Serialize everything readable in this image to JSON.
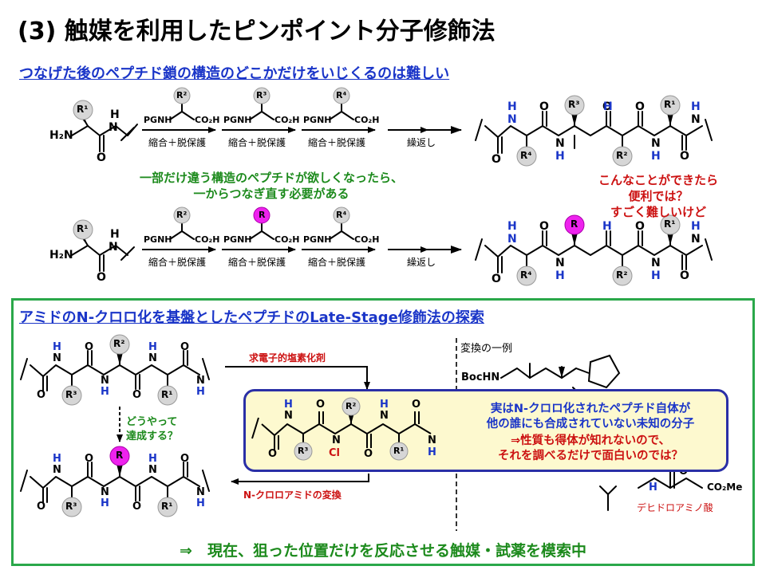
{
  "title": "(3) 触媒を利用したピンポイント分子修飾法",
  "subtitle": "つなげた後のペプチド鎖の構造のどこかだけをいじくるのは難しい",
  "labels": {
    "h2n": "H₂N",
    "n": "N",
    "h": "H",
    "o": "O",
    "cl": "Cl",
    "pgnh": "PGNH",
    "co2h": "CO₂H",
    "r1": "R¹",
    "r2": "R²",
    "r3": "R³",
    "r4": "R⁴",
    "r": "R",
    "boc": "BocHN",
    "co2me": "CO₂Me"
  },
  "steps": {
    "couple": "縮合＋脱保護",
    "repeat": "繰返し"
  },
  "notes": {
    "green_1": "一部だけ違う構造のペプチドが欲しくなったら、",
    "green_2": "一からつなぎ直す必要がある",
    "red_1": "こんなことができたら",
    "red_2": "便利では？",
    "red_3": "すごく難しいけど"
  },
  "panel": {
    "title": "アミドのN-クロロ化を基盤としたペプチドのLate-Stage修飾法の探索",
    "reagent": "求電子的塩素化剤",
    "how_1": "どうやって",
    "how_2": "達成する？",
    "transform": "N-クロロアミドの変換",
    "example": "変換の一例",
    "dehydro": "デヒドロアミノ酸"
  },
  "callout": {
    "line1": "実はN-クロロ化されたペプチド自体が",
    "line2": "他の誰にも合成されていない未知の分子",
    "line3": "⇒性質も得体が知れないので、",
    "line4": "それを調べるだけで面白いのでは？"
  },
  "bottom": "⇒　現在、狙った位置だけを反応させる触媒・試薬を模索中",
  "colors": {
    "blue": "#1a35c8",
    "red": "#cc1111",
    "green": "#1c8a1c",
    "magenta": "#ee22ee",
    "gray": "#d6d6d6"
  }
}
